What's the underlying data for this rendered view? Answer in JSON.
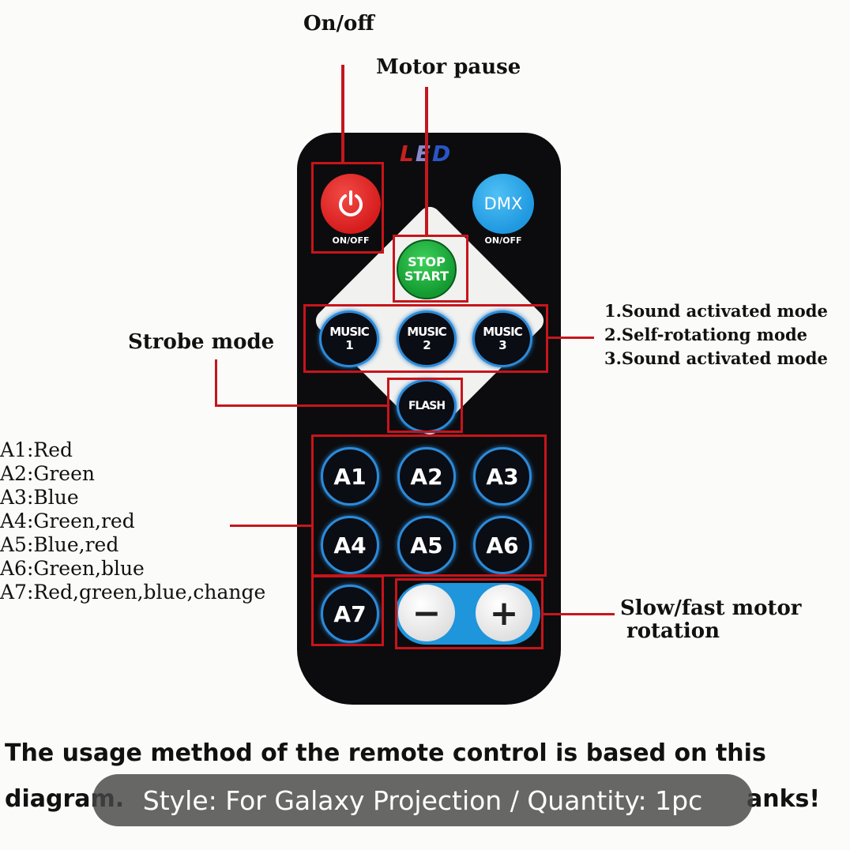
{
  "labels": {
    "on_off": "On/off",
    "motor_pause": "Motor pause",
    "strobe_mode": "Strobe mode",
    "slow_fast_1": "Slow/fast motor",
    "slow_fast_2": "rotation",
    "music_modes": [
      "1.Sound activated mode",
      "2.Self-rotationg mode",
      "3.Sound activated mode"
    ],
    "colors": [
      "A1:Red",
      "A2:Green",
      "A3:Blue",
      "A4:Green,red",
      "A5:Blue,red",
      "A6:Green,blue",
      "A7:Red,green,blue,change"
    ]
  },
  "remote": {
    "brand": "LED",
    "power_sub": "ON/OFF",
    "dmx": "DMX",
    "dmx_sub": "ON/OFF",
    "stop_start": [
      "STOP",
      "START"
    ],
    "music_buttons": [
      {
        "line1": "MUSIC",
        "line2": "1"
      },
      {
        "line1": "MUSIC",
        "line2": "2"
      },
      {
        "line1": "MUSIC",
        "line2": "3"
      }
    ],
    "flash": "FLASH",
    "a_buttons": [
      "A1",
      "A2",
      "A3",
      "A4",
      "A5",
      "A6",
      "A7"
    ],
    "minus": "−",
    "plus": "+",
    "icons": {
      "power": "power-icon"
    }
  },
  "bottom_text": {
    "line1": "The usage method of the remote control is based on this",
    "line2_start": "diagram.",
    "line2_end": "anks!"
  },
  "overlay": {
    "text": "Style: For Galaxy Projection / Quantity: 1pc"
  },
  "colors": {
    "annotation_red": "#c8141b",
    "power_red": "#e02525",
    "dmx_blue": "#2aa2e8",
    "stop_green": "#19a43a",
    "button_ring_blue": "#2d8ad8"
  }
}
